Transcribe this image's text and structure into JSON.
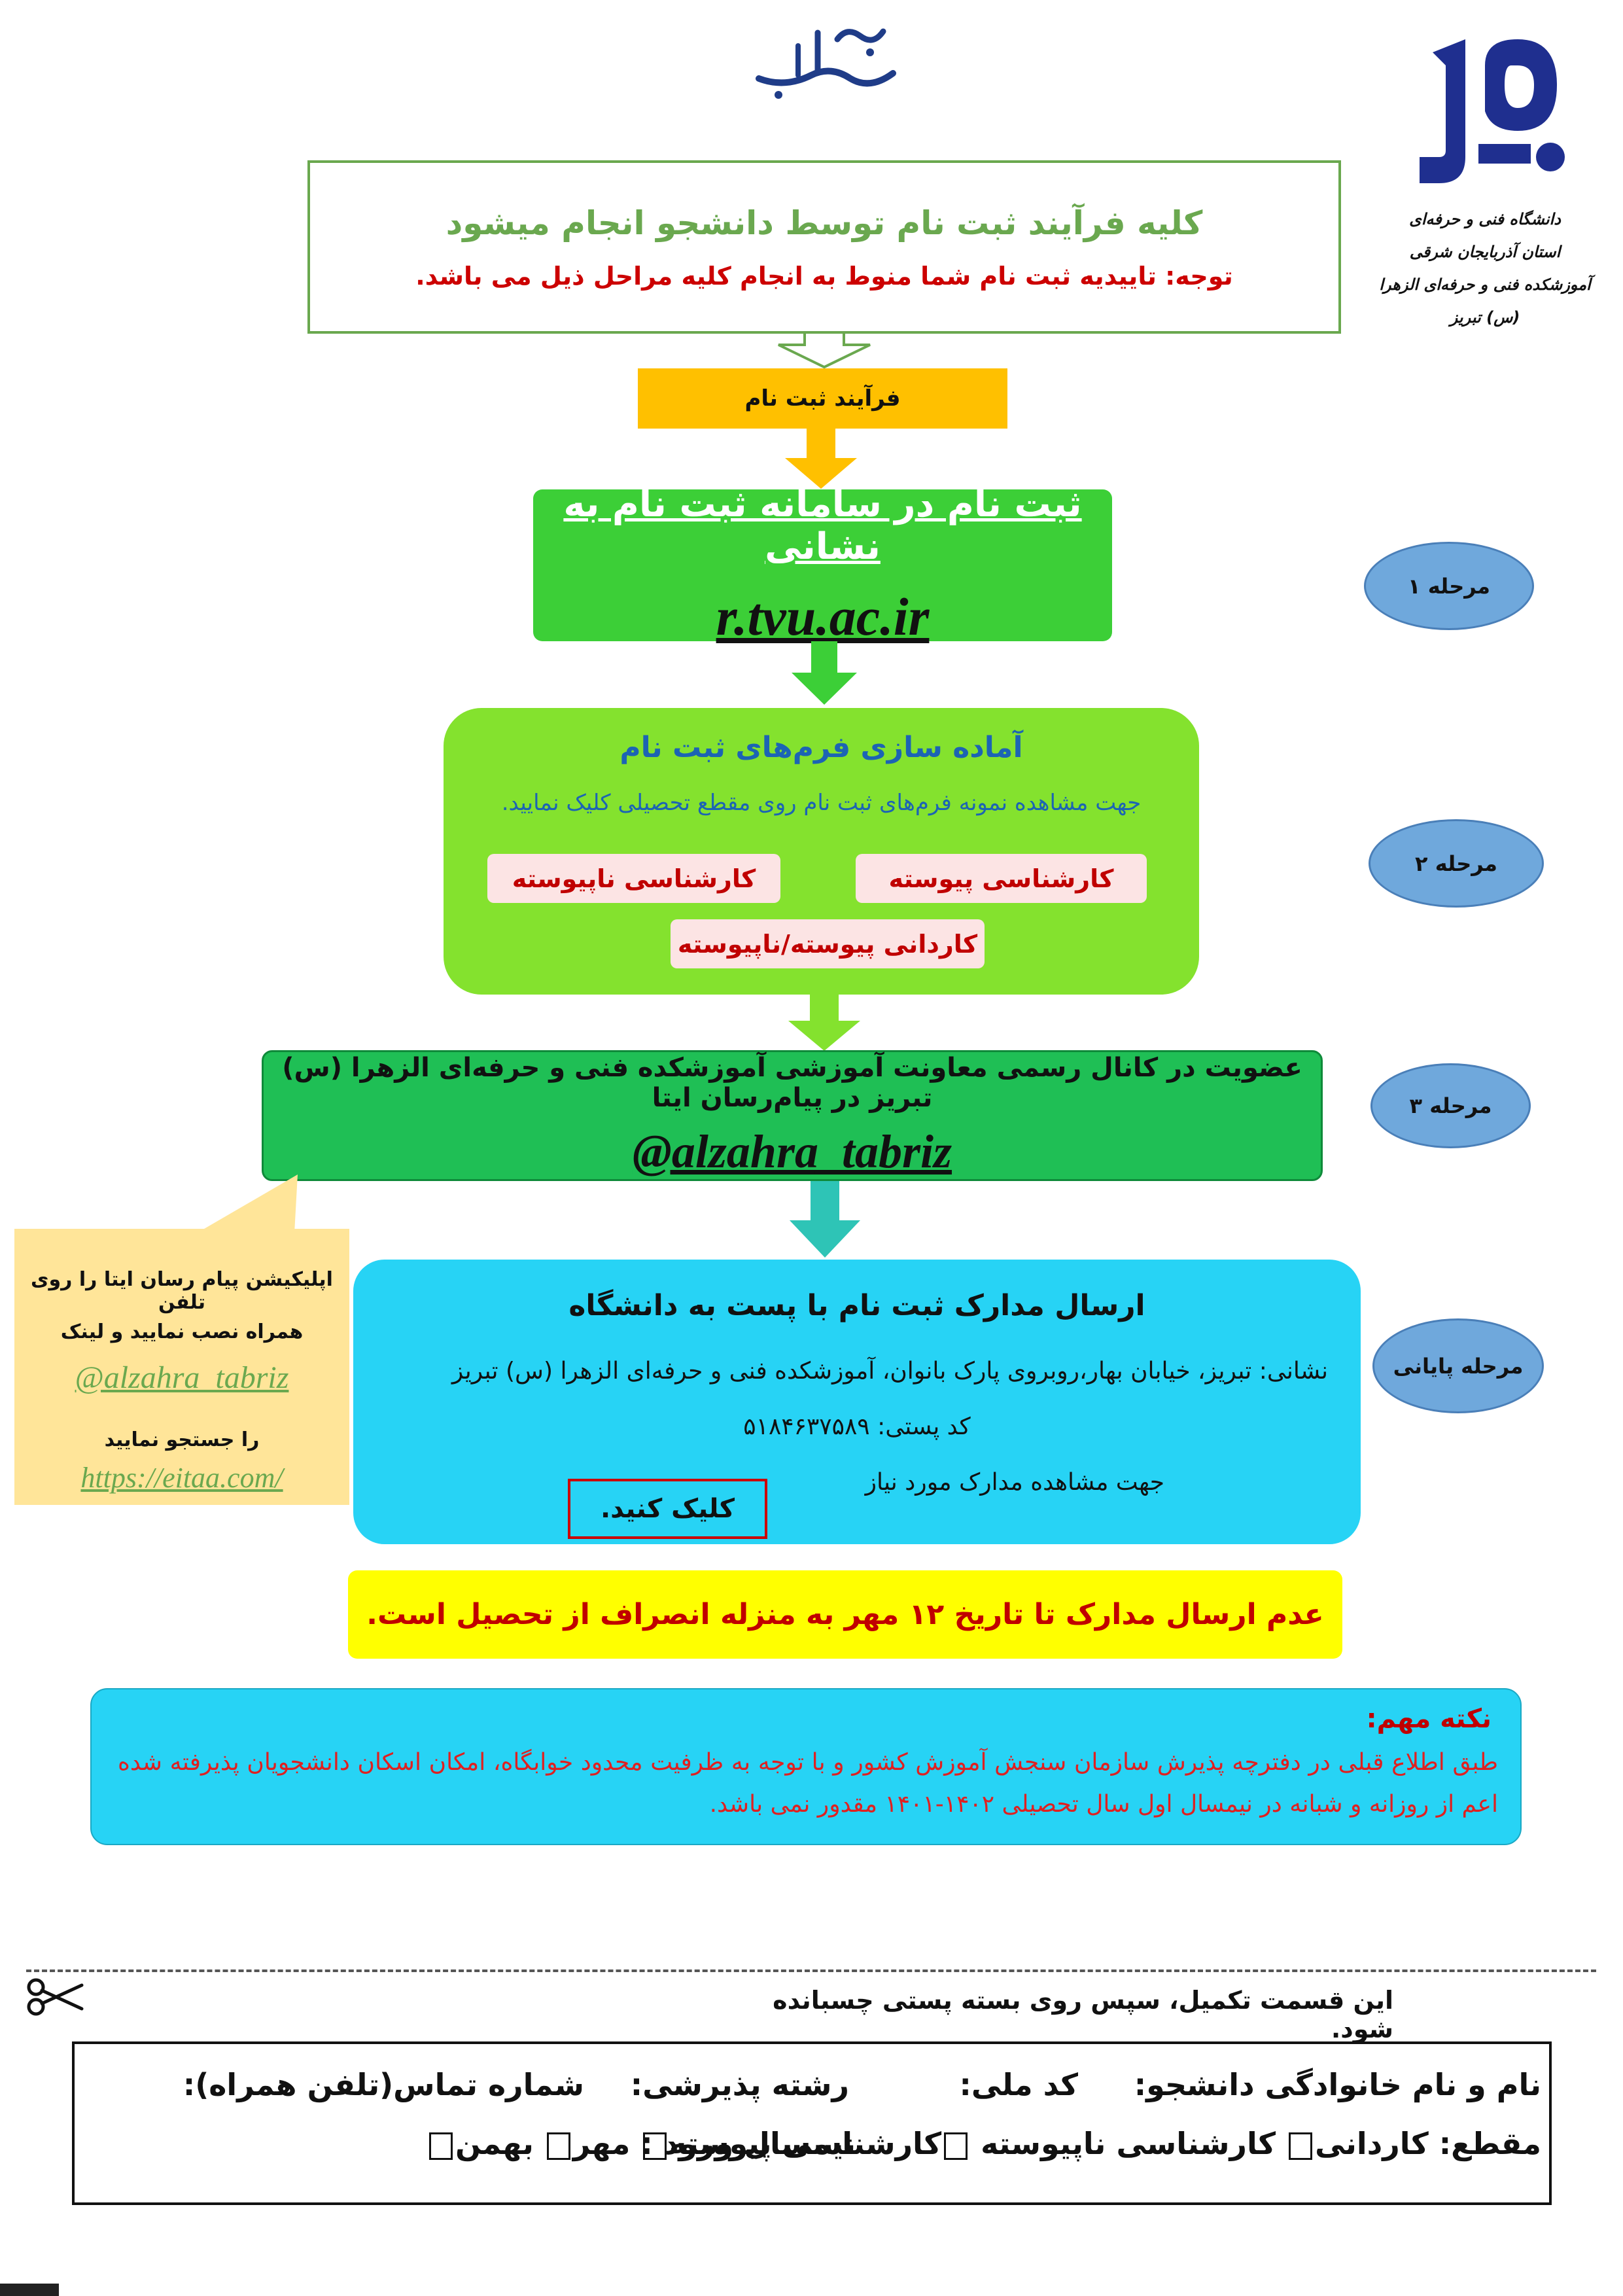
{
  "header": {
    "bismillah": "باسمه تعالی",
    "logo_lines": [
      "دانشگاه فنی و حرفه‌ای",
      "استان آذربایجان شرقی",
      "آموزشکده فنی و حرفه‌ای الزهرا (س) تبریز"
    ]
  },
  "intro": {
    "title": "کلیه فرآیند ثبت نام توسط دانشجو انجام میشود",
    "note": "توجه: تاییدیه ثبت نام شما منوط به انجام کلیه مراحل ذیل می باشد."
  },
  "process_label": "فرآیند ثبت نام",
  "stages": {
    "s1": "مرحله ۱",
    "s2": "مرحله ۲",
    "s3": "مرحله ۳",
    "final": "مرحله پایانی"
  },
  "step1": {
    "title": "ثبت نام در سامانه ثبت نام به نشانی",
    "url": "r.tvu.ac.ir"
  },
  "step2": {
    "title": "آماده سازی فرم‌های ثبت نام",
    "desc": "جهت مشاهده نمونه فرم‌های ثبت نام روی مقطع تحصیلی کلیک نمایید.",
    "btn_continuous_bachelor": "کارشناسی پیوسته",
    "btn_noncontinuous_bachelor": "کارشناسی ناپیوسته",
    "btn_associate": "کاردانی پیوسته/ناپیوسته"
  },
  "step3": {
    "title": "عضویت در کانال رسمی معاونت آموزشی آموزشکده فنی و حرفه‌ای الزهرا (س) تبریز در پیام‌رسان ایتا",
    "handle": "@alzahra_tabriz"
  },
  "final_step": {
    "title": "ارسال مدارک ثبت نام با پست به دانشگاه",
    "address": "نشانی: تبریز، خیابان بهار،روبروی پارک بانوان، آموزشکده فنی و حرفه‌ای الزهرا (س) تبریز",
    "postal": "کد پستی: ۵۱۸۴۶۳۷۵۸۹",
    "docs": "جهت مشاهده مدارک مورد نیاز",
    "click": "کلیک کنید."
  },
  "callout": {
    "line1": "اپلیکیشن پیام رسان ایتا را روی تلفن",
    "line2": "همراه نصب نمایید و لینک",
    "handle": "@alzahra_tabriz",
    "line3": "را جستجو نمایید",
    "url": "https://eitaa.com/"
  },
  "warning": "عدم ارسال مدارک تا تاریخ ۱۲ مهر به منزله انصراف از تحصیل است.",
  "note": {
    "title": "نکته مهم:",
    "body": "طبق اطلاع قبلی در دفترچه پذیرش سازمان سنجش آموزش کشور و با توجه به ظرفیت محدود خوابگاه، امکان اسکان دانشجویان پذیرفته شده اعم از روزانه و شبانه در نیمسال اول سال تحصیلی ۱۴۰۲-۱۴۰۱ مقدور نمی باشد."
  },
  "cut": {
    "text": "این قسمت تکمیل، سپس روی بسته پستی چسبانده شود."
  },
  "form": {
    "name": "نام و نام خانوادگی دانشجو:",
    "national_code": "کد ملی:",
    "major": "رشته پذیرشی:",
    "phone": "شماره تماس(تلفن همراه):",
    "level": "مقطع:",
    "opt_associate": "کاردانی",
    "opt_noncontinuous": "کارشناسی ناپیوسته",
    "opt_continuous": "کارشناسی پیوسته",
    "semester": "نیمسال ورود :",
    "opt_mehr": "مهر",
    "opt_bahman": "بهمن"
  },
  "colors": {
    "intro_title": "#6aa84f",
    "note_red": "#cc0000",
    "process": "#ffc000",
    "step1": "#3ccf37",
    "step2": "#84e22e",
    "step3": "#1fbf55",
    "final": "#27d3f5",
    "stage": "#6fa8dc",
    "warning": "#ffff00",
    "callout": "#ffe599"
  }
}
